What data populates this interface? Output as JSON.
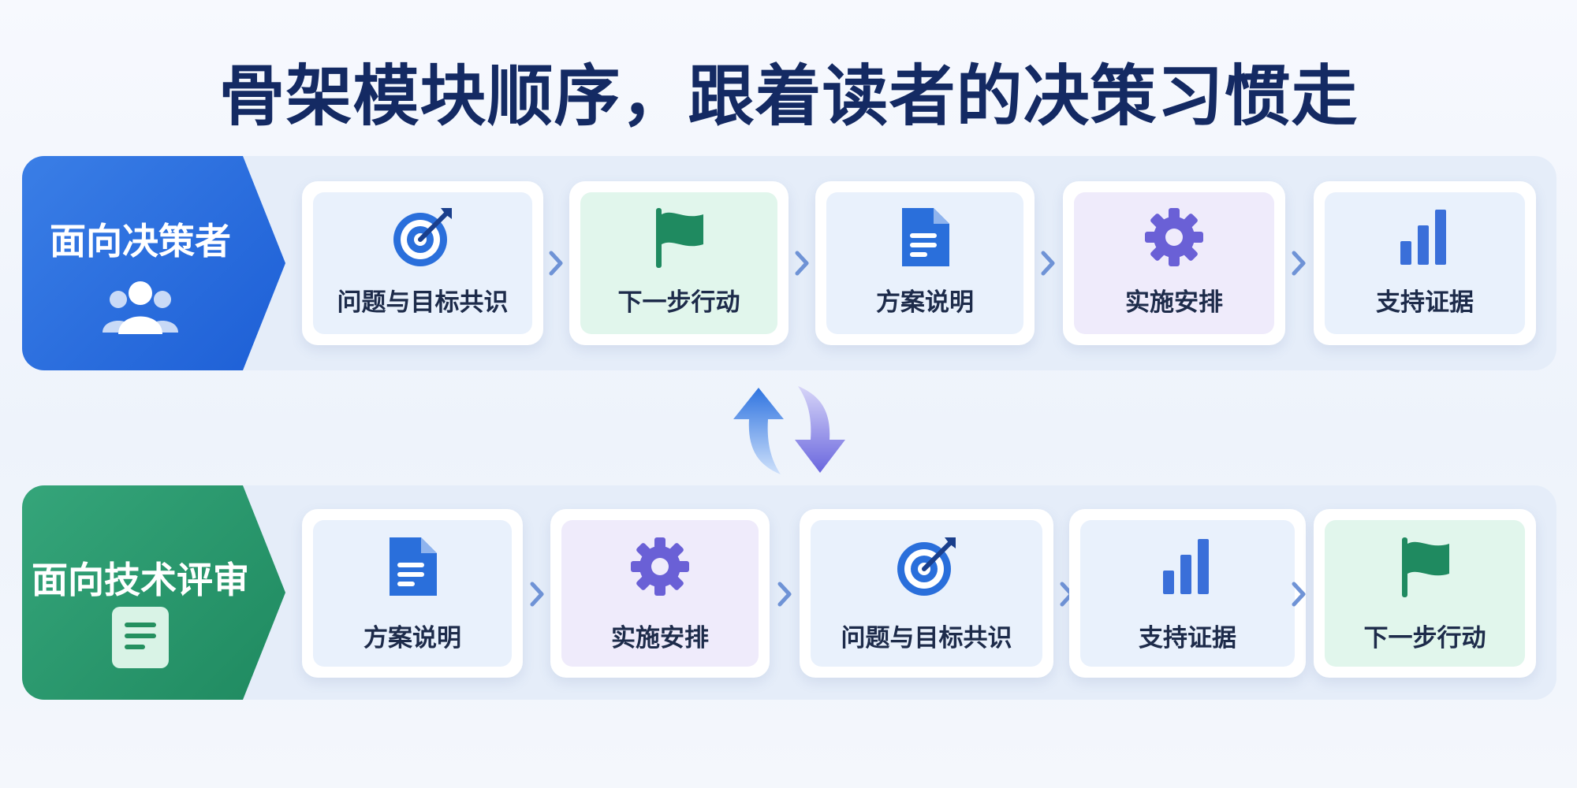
{
  "title": "骨架模块顺序，跟着读者的决策习惯走",
  "colors": {
    "title": "#142a63",
    "decision_maker_banner": "#2566d9",
    "tech_review_banner": "#24905f",
    "target_icon": "#2a6fdb",
    "flag_icon": "#1f8a60",
    "doc_icon": "#2a6fdb",
    "gear_icon": "#6a60d6",
    "chart_icon": "#3a6fd9",
    "chevron": "#6f93d6"
  },
  "rows": [
    {
      "label": "面向决策者",
      "icon": "users-icon",
      "steps": [
        {
          "label": "问题与目标共识",
          "icon": "target-icon",
          "tint": "blue"
        },
        {
          "label": "下一步行动",
          "icon": "flag-icon",
          "tint": "green"
        },
        {
          "label": "方案说明",
          "icon": "document-icon",
          "tint": "blue"
        },
        {
          "label": "实施安排",
          "icon": "gear-icon",
          "tint": "purple"
        },
        {
          "label": "支持证据",
          "icon": "bar-chart-icon",
          "tint": "blue"
        }
      ]
    },
    {
      "label": "面向技术评审",
      "icon": "document-icon",
      "steps": [
        {
          "label": "方案说明",
          "icon": "document-icon",
          "tint": "blue"
        },
        {
          "label": "实施安排",
          "icon": "gear-icon",
          "tint": "purple"
        },
        {
          "label": "问题与目标共识",
          "icon": "target-icon",
          "tint": "blue"
        },
        {
          "label": "支持证据",
          "icon": "bar-chart-icon",
          "tint": "blue"
        },
        {
          "label": "下一步行动",
          "icon": "flag-icon",
          "tint": "green"
        }
      ]
    }
  ],
  "connector_icon": "swap-arrows-icon"
}
